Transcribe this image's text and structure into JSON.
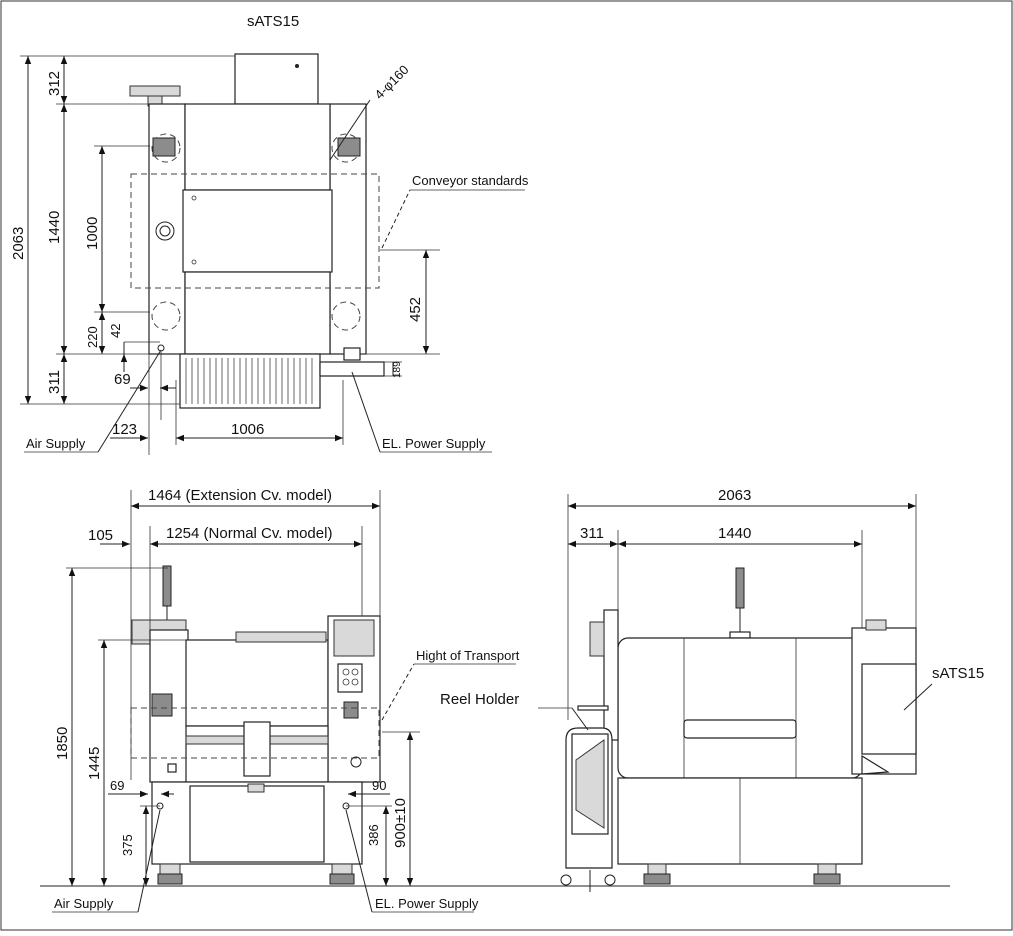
{
  "top_view": {
    "label_satis": "sATS15",
    "label_hole": "4-φ160",
    "label_conveyor": "Conveyor standards",
    "label_air": "Air Supply",
    "label_power": "EL. Power Supply",
    "dims": {
      "d2063": "2063",
      "d312": "312",
      "d1440": "1440",
      "d1000": "1000",
      "d452": "452",
      "d220": "220",
      "d42": "42",
      "d69": "69",
      "d311": "311",
      "d189": "189",
      "d123": "123",
      "d1006": "1006"
    }
  },
  "front_view": {
    "label_ext": "1464 (Extension Cv. model)",
    "label_normal": "1254 (Normal Cv. model)",
    "label_transport": "Hight of Transport",
    "label_air": "Air Supply",
    "label_power": "EL. Power Supply",
    "dims": {
      "d105": "105",
      "d1850": "1850",
      "d1445": "1445",
      "d69": "69",
      "d90": "90",
      "d375": "375",
      "d386": "386",
      "d900": "900±10"
    }
  },
  "side_view": {
    "label_satis": "sATS15",
    "label_reel": "Reel Holder",
    "dims": {
      "d2063": "2063",
      "d311": "311",
      "d1440": "1440"
    }
  }
}
